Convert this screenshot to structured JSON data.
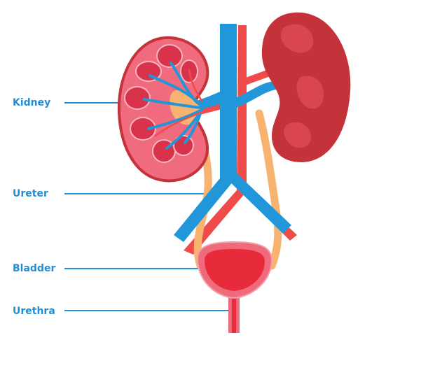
{
  "labels": {
    "kidney": "Kidney",
    "ureter": "Ureter",
    "bladder": "Bladder",
    "urethra": "Urethra"
  },
  "colors": {
    "label_text": "#1f8fd6",
    "leader_line": "#1f8fd6",
    "vein_blue": "#2196d9",
    "artery_red": "#ef4b4b",
    "ureter_tan": "#f7b36f",
    "kidney_outer": "#c4323a",
    "kidney_section_fill": "#f06b7d",
    "kidney_pyramid": "#d8334a",
    "kidney_cortex_border": "#f8b6c0",
    "bladder_wall": "#ef6b7b",
    "bladder_inner": "#e82b3a"
  }
}
